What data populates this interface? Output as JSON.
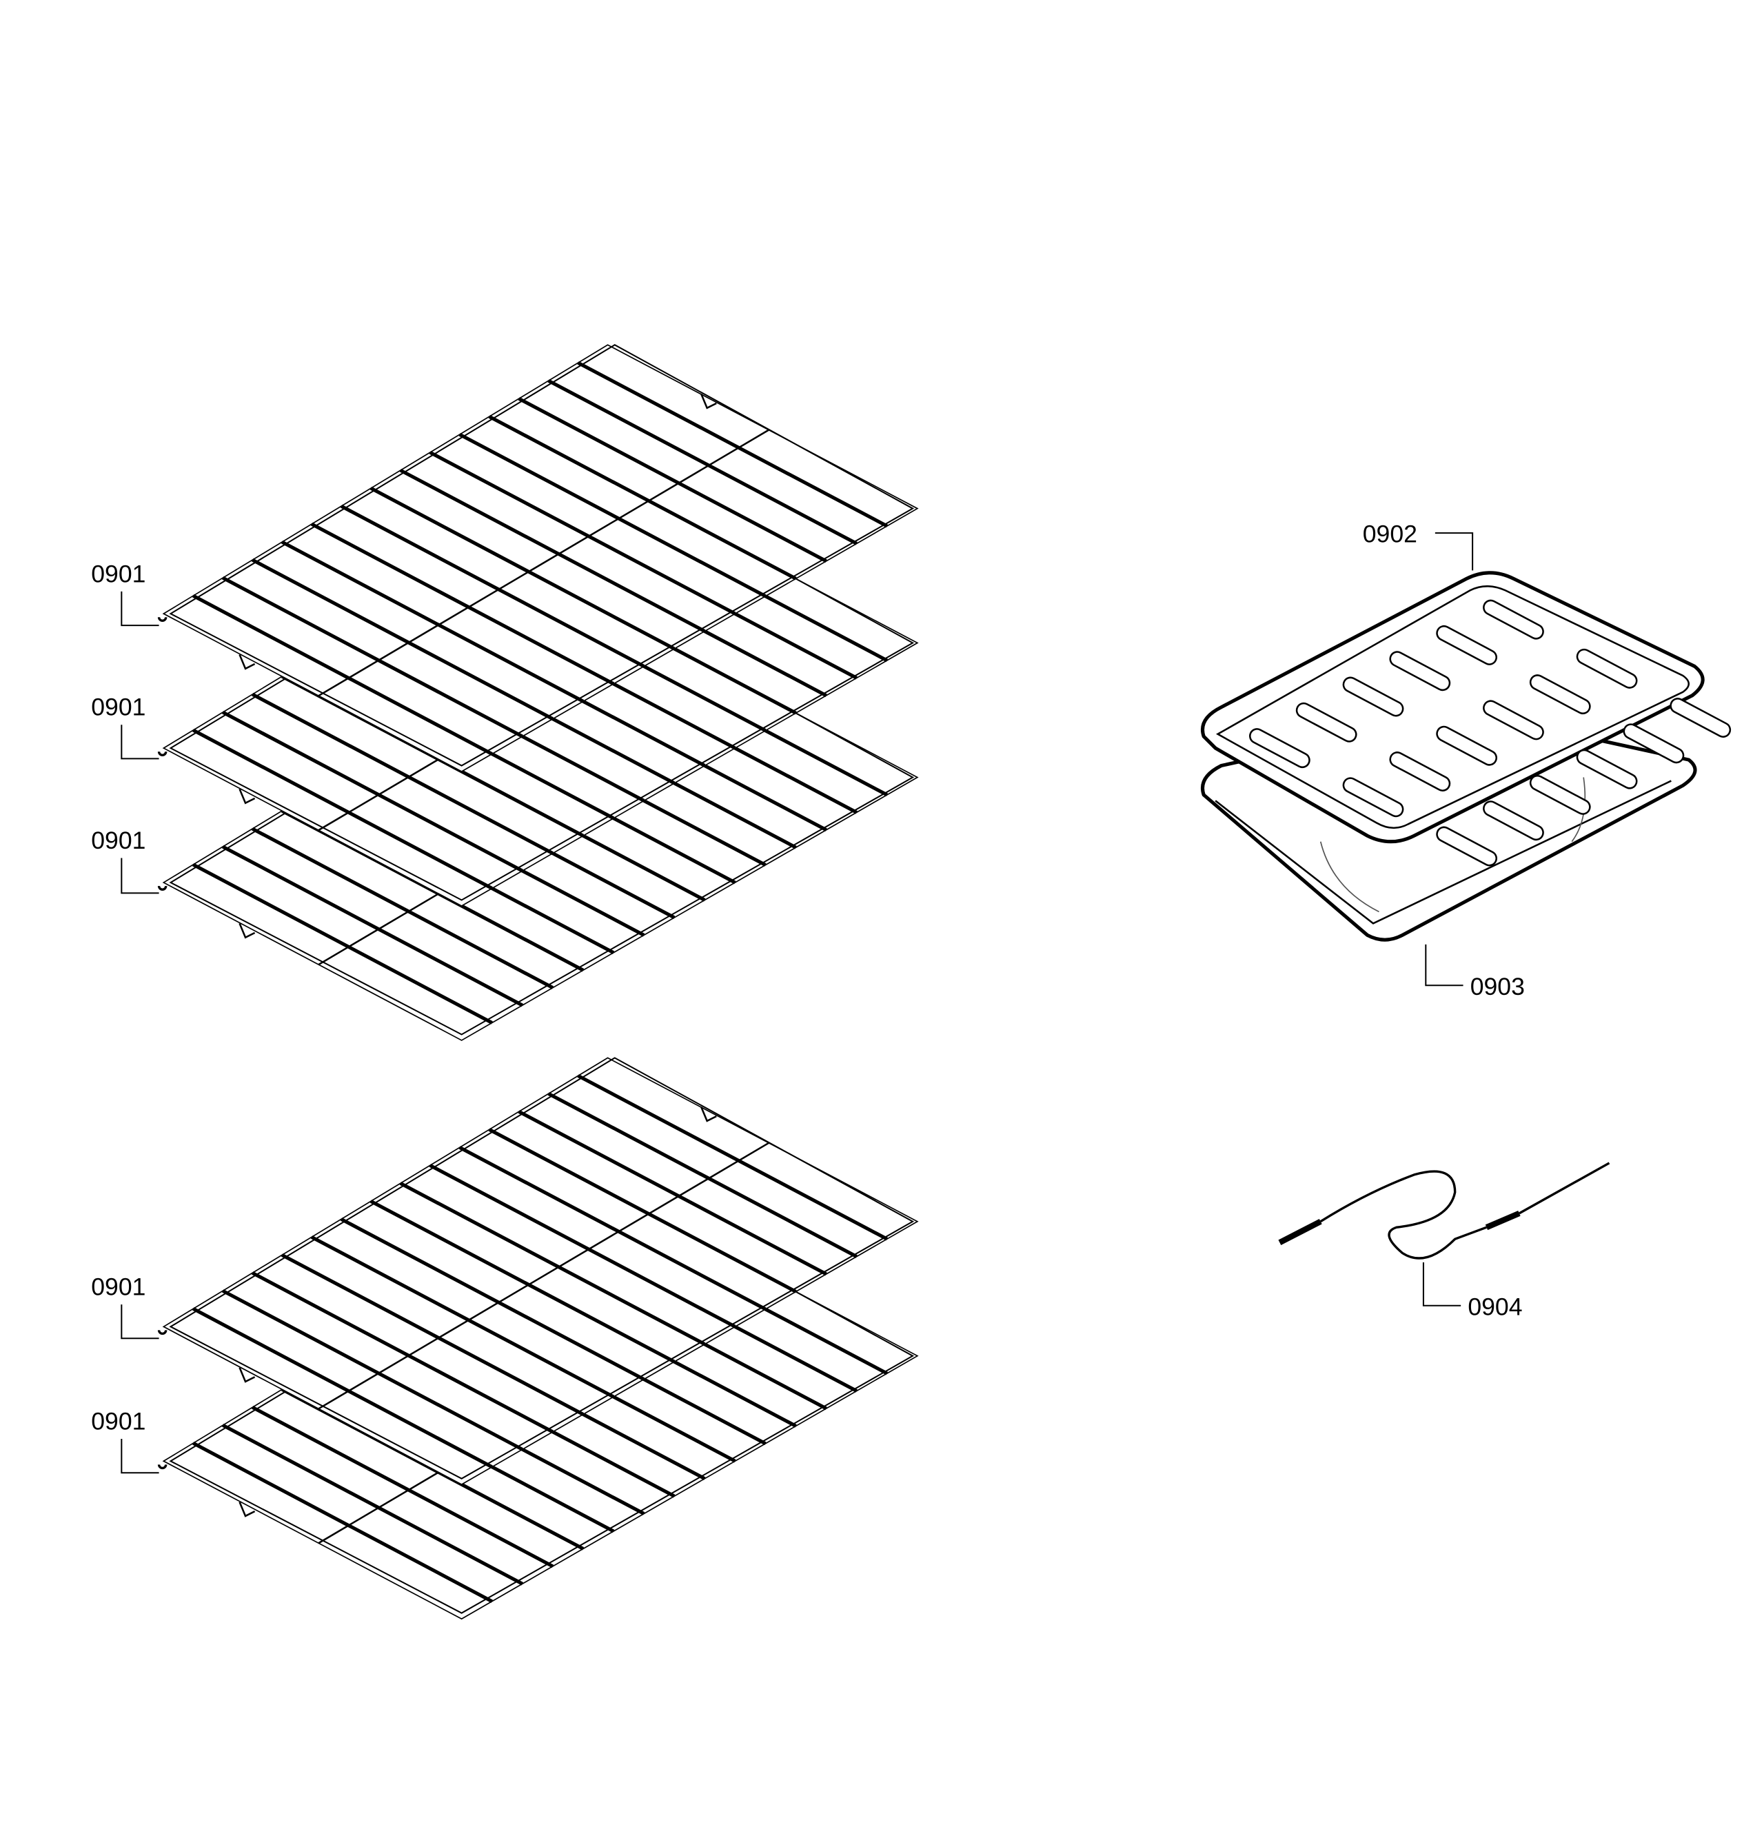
{
  "diagram": {
    "parts": [
      {
        "id": "rack-1",
        "label": "0901"
      },
      {
        "id": "rack-2",
        "label": "0901"
      },
      {
        "id": "rack-3",
        "label": "0901"
      },
      {
        "id": "rack-4",
        "label": "0901"
      },
      {
        "id": "rack-5",
        "label": "0901"
      },
      {
        "id": "broil-pan-grid",
        "label": "0902"
      },
      {
        "id": "broil-pan",
        "label": "0903"
      },
      {
        "id": "meat-probe",
        "label": "0904"
      }
    ],
    "line_color": "#000000",
    "background": "#ffffff"
  }
}
